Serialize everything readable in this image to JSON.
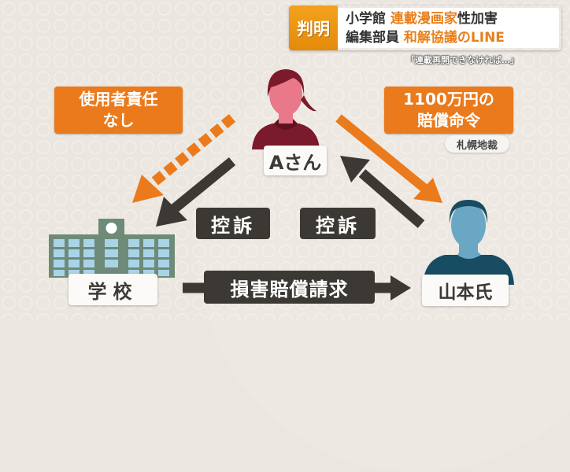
{
  "banner": {
    "tag": "判明",
    "line1": {
      "plain_before": "小学館 ",
      "highlight": "連載漫画家",
      "plain_after": "性加害"
    },
    "line2": {
      "plain_before": "編集部員 ",
      "highlight": "和解協議のLINE"
    },
    "subcaption": "「連載再開できなければ…」"
  },
  "diagram": {
    "left_note": {
      "line1": "使用者責任",
      "line2": "なし"
    },
    "right_note": {
      "line1": "1100万円の",
      "line2": "賠償命令"
    },
    "court_pill": "札幌地裁",
    "nodes": {
      "a_san": "Aさん",
      "school": "学校",
      "yamamoto": "山本氏"
    },
    "edges": {
      "appeal_left": "控訴",
      "appeal_right": "控訴",
      "damages_claim": "損害賠償請求"
    }
  },
  "colors": {
    "orange": "#ea7a1c",
    "banner_gold": "#f0981a",
    "dark": "#3c3833",
    "woman_skin": "#e8788a",
    "woman_hair": "#7a1a2a",
    "man_skin": "#6aa7c4",
    "man_dark": "#174c63",
    "school_green": "#6e8a78",
    "window_blue": "#a9d4e8"
  }
}
